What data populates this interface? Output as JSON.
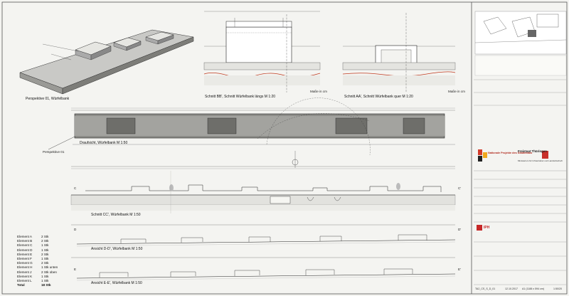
{
  "captions": {
    "perspective": "Perspektive 01, Würfelbank",
    "section_bb": "Schnitt BB', Schnitt Würfelbank längs M 1:20",
    "section_aa": "Schnitt AA', Schnitt Würfelbank quer M 1:20",
    "plan": "Draufsicht, Würfelbank M 1:50",
    "perspective_marker": "Perspektive 01",
    "section_cc": "Schnitt CC', Würfelbank M 1:50",
    "view_dd": "Ansicht D-D', Würfelbank M 1:50",
    "view_ee": "Ansicht E-E', Würfelbank M 1:50"
  },
  "scale_note": "Maße in cm",
  "section_markers": [
    "C",
    "C'",
    "D",
    "D'",
    "E",
    "E'"
  ],
  "elements_legend": [
    {
      "name": "Element A",
      "qty": "2 Stk"
    },
    {
      "name": "Element B",
      "qty": "2 Stk"
    },
    {
      "name": "Element C",
      "qty": "1 Stk"
    },
    {
      "name": "Element D",
      "qty": "1 Stk"
    },
    {
      "name": "Element E",
      "qty": "2 Stk"
    },
    {
      "name": "Element F",
      "qty": "1 Stk"
    },
    {
      "name": "Element G",
      "qty": "2 Stk"
    },
    {
      "name": "Element H",
      "qty": "1 Stk   unten"
    },
    {
      "name": "Element J",
      "qty": "2 Stk   oben"
    },
    {
      "name": "Element K",
      "qty": "1 Stk"
    },
    {
      "name": "Element L",
      "qty": "1 Stk"
    },
    {
      "name": "Total",
      "qty": "18 Stk"
    }
  ],
  "title_block": {
    "logo_left": "Nationale Projekte des Städtebaus",
    "logo_right": "Freistaat Thüringen",
    "ministry": "Ministerium für Infrastruktur und Landwirtschaft",
    "firm": "IPH",
    "plan_number": "TA2_CS_S_D_01",
    "date": "12.10.2017",
    "format": "A1 (1188 x 594 cm)",
    "scale": "1:50/20"
  }
}
